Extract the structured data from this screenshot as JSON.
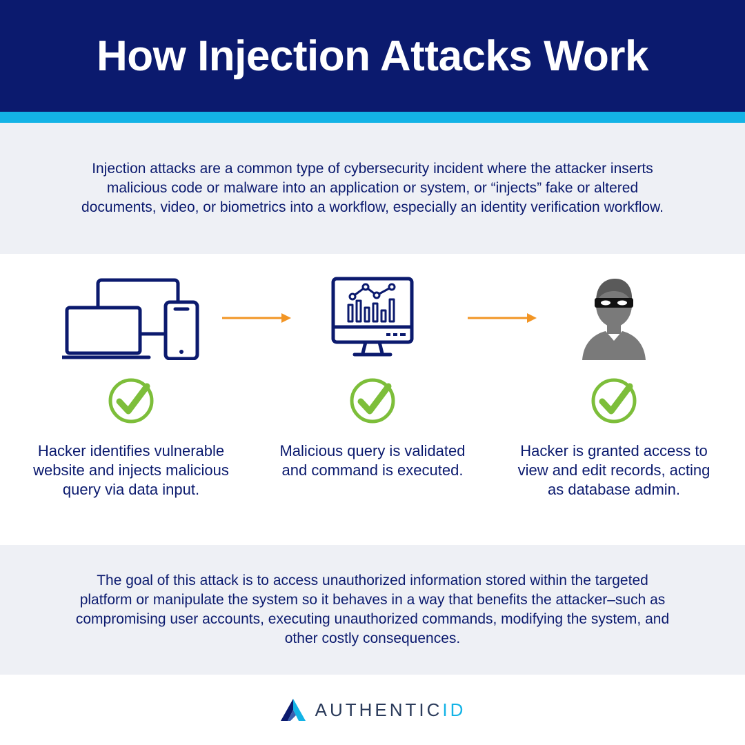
{
  "header": {
    "title": "How Injection Attacks Work"
  },
  "intro": {
    "text": "Injection attacks are a common type of cybersecurity incident where the attacker inserts malicious code or malware into an application or system, or “injects” fake or altered documents, video, or biometrics into a workflow, especially an identity verification workflow."
  },
  "steps": [
    {
      "icon": "devices-icon",
      "caption": "Hacker identifies vulnerable website and injects malicious query via data input."
    },
    {
      "icon": "monitor-chart-icon",
      "caption": "Malicious query is validated and command is executed."
    },
    {
      "icon": "hacker-icon",
      "caption": "Hacker is granted access to view and edit records, acting as database admin."
    }
  ],
  "goal": {
    "text": "The goal of this attack is to access unauthorized information stored within the targeted platform or manipulate the system so it behaves in a way that benefits the attacker–such as compromising user accounts, executing unauthorized commands, modifying the system, and other costly consequences."
  },
  "footer": {
    "logo_part1": "AUTHENTIC",
    "logo_part2": "ID"
  },
  "colors": {
    "navy": "#0b1a6e",
    "cyan": "#13b3e6",
    "light_bg": "#eef0f5",
    "check_green": "#7dbe3a",
    "arrow_orange": "#f29524",
    "hacker_gray": "#7a7a7a"
  }
}
